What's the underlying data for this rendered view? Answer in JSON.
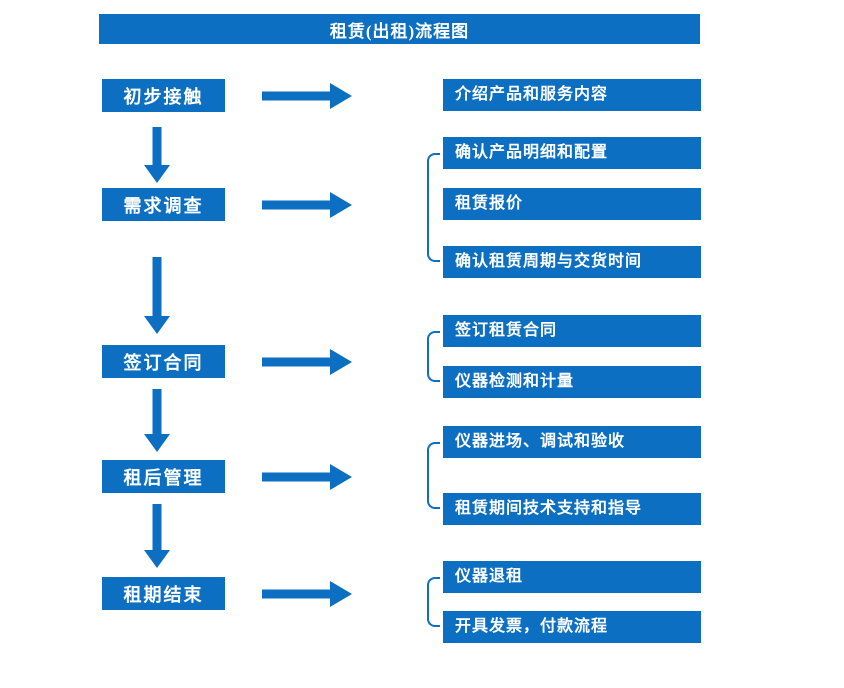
{
  "title": "租赁(出租)流程图",
  "colors": {
    "primary": "#0d6fc2",
    "text": "#ffffff"
  },
  "stages": [
    {
      "label": "初步接触",
      "outputs": [
        "介绍产品和服务内容"
      ]
    },
    {
      "label": "需求调查",
      "outputs": [
        "确认产品明细和配置",
        "租赁报价",
        "确认租赁周期与交货时间"
      ]
    },
    {
      "label": "签订合同",
      "outputs": [
        "签订租赁合同",
        "仪器检测和计量"
      ]
    },
    {
      "label": "租后管理",
      "outputs": [
        "仪器进场、调试和验收",
        "租赁期间技术支持和指导"
      ]
    },
    {
      "label": "租期结束",
      "outputs": [
        "仪器退租",
        "开具发票，付款流程"
      ]
    }
  ]
}
